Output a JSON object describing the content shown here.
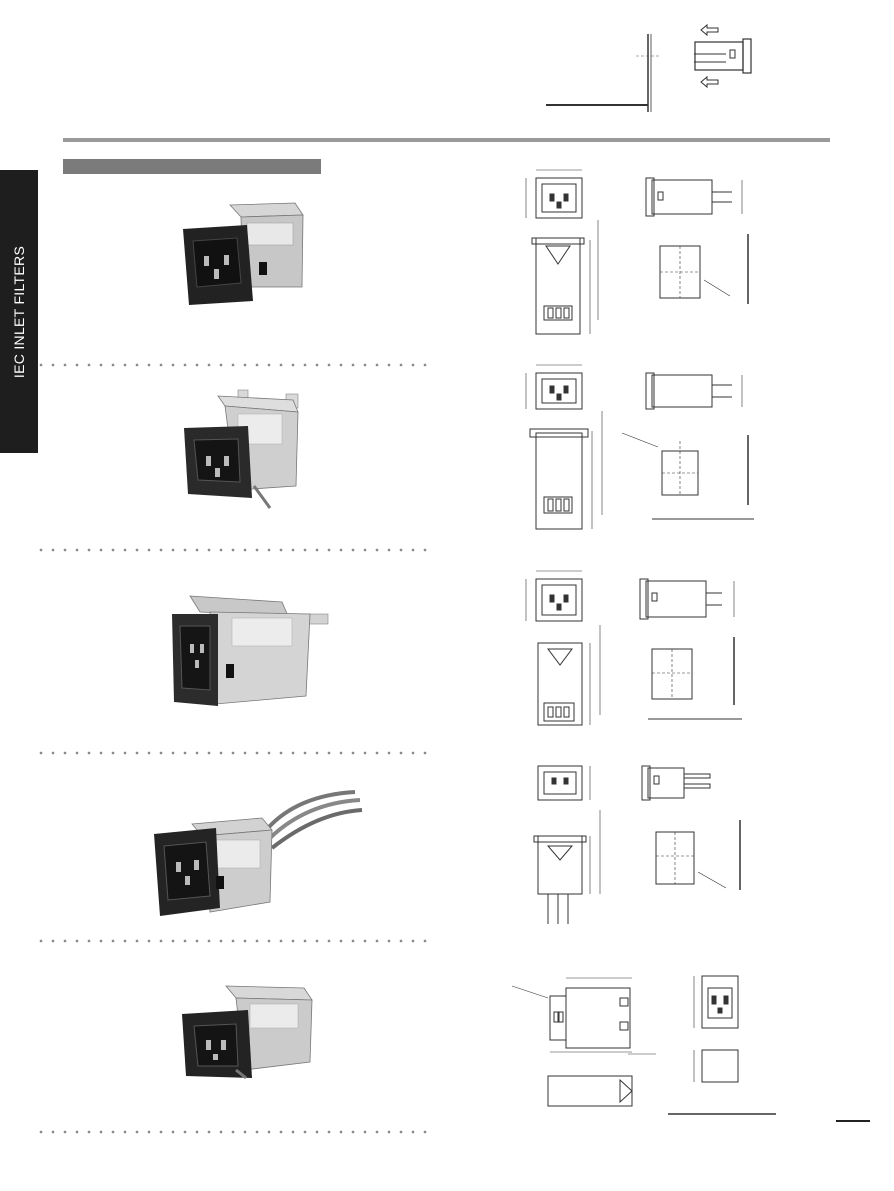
{
  "sidebar": {
    "label": "IEC INLET FILTERS"
  },
  "colors": {
    "rule": "#9a9a9a",
    "section_bar": "#7b7b7b",
    "side_tab": "#1e1e1e",
    "dots": "#8a8a8a",
    "metal": "#cfcfcf",
    "plastic": "#1f1f1f"
  },
  "icons": {
    "insert_arrow": "arrow-left-icon"
  },
  "products": [
    {
      "id": "p1",
      "image": "iec-inlet-filter-flange-photo"
    },
    {
      "id": "p2",
      "image": "iec-inlet-filter-snap-in-photo"
    },
    {
      "id": "p3",
      "image": "iec-inlet-filter-bracket-photo"
    },
    {
      "id": "p4",
      "image": "iec-inlet-filter-wire-leads-photo"
    },
    {
      "id": "p5",
      "image": "iec-inlet-filter-c20-photo"
    }
  ]
}
